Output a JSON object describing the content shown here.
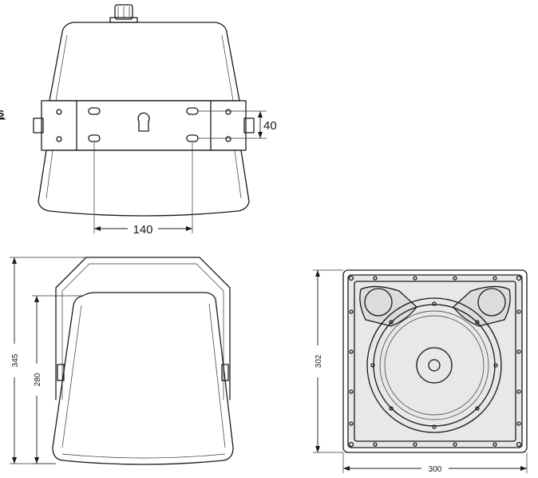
{
  "dimensions": {
    "bracket_slot_spacing": "140",
    "bracket_slot_height": "40",
    "overall_height": "345",
    "body_height": "280",
    "front_height": "302",
    "front_width": "300"
  },
  "edge_text": "s",
  "colors": {
    "line": "#1a1a1a",
    "shade": "#dcdcdc"
  }
}
